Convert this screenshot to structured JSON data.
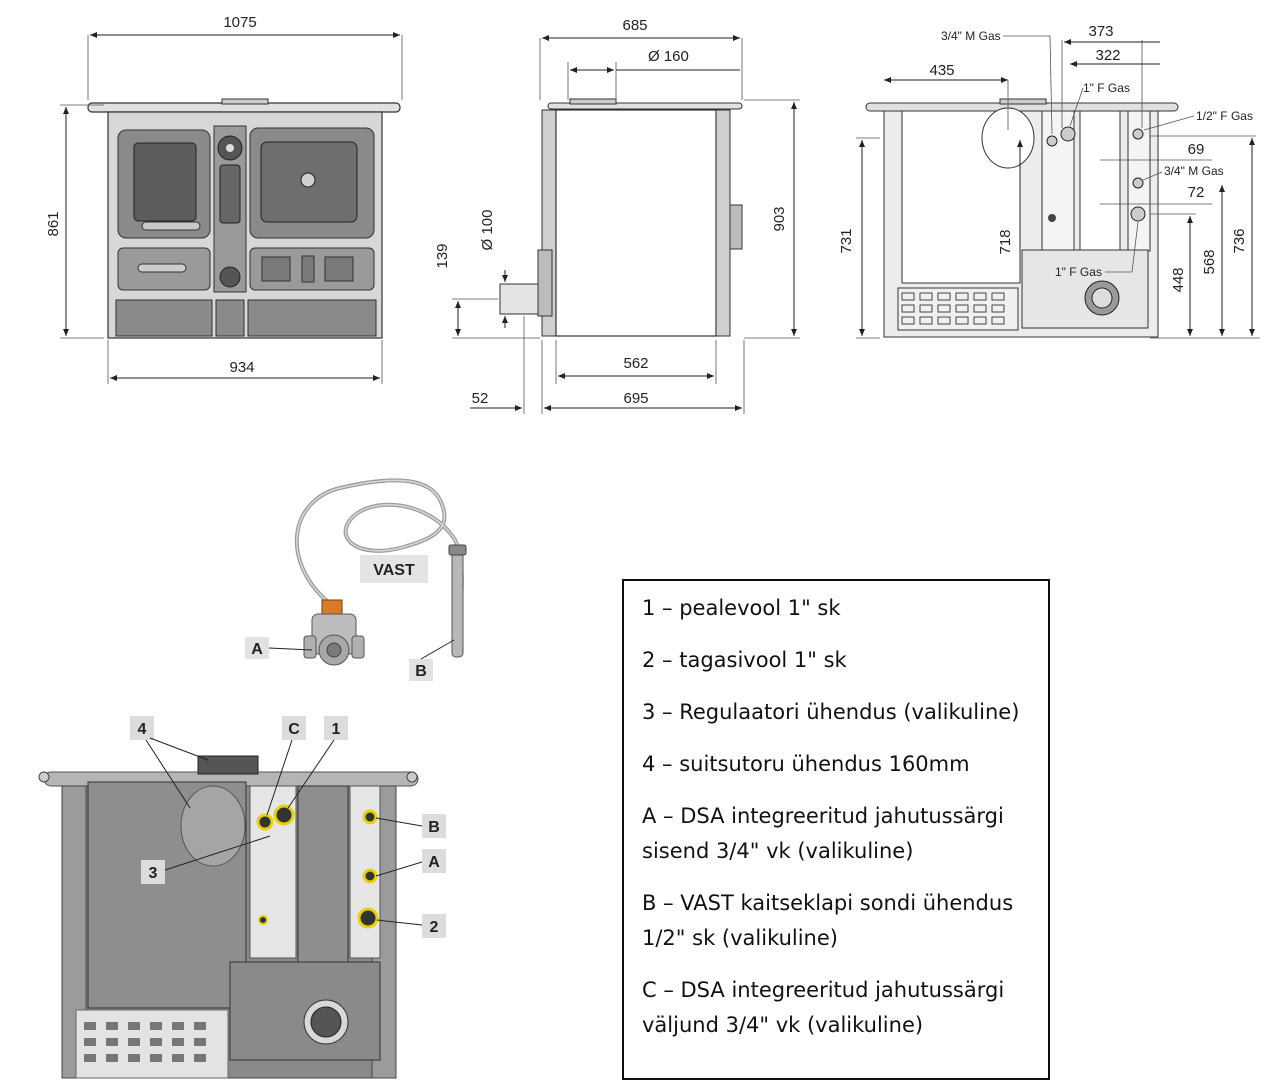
{
  "dimensions": {
    "front_width_top": "1075",
    "front_width_bottom": "934",
    "front_height": "861",
    "side_depth_top": "685",
    "flue_diameter": "Ø 160",
    "side_height": "903",
    "side_depth_base": "562",
    "side_depth_total": "695",
    "side_offset": "52",
    "air_inlet_height": "139",
    "air_inlet_diameter": "Ø 100",
    "rear_373": "373",
    "rear_322": "322",
    "rear_435": "435",
    "rear_731": "731",
    "rear_718": "718",
    "rear_69": "69",
    "rear_72": "72",
    "rear_448": "448",
    "rear_568": "568",
    "rear_736": "736"
  },
  "connection_labels": {
    "m_gas_top": "3/4\" M Gas",
    "f_gas_1": "1\" F Gas",
    "f_gas_half": "1/2\" F Gas",
    "m_gas_mid": "3/4\" M Gas",
    "f_gas_bottom": "1\" F Gas"
  },
  "valve": {
    "title": "VAST",
    "label_a": "A",
    "label_b": "B"
  },
  "rear_callouts": {
    "c4": "4",
    "cC": "C",
    "c1": "1",
    "c3": "3",
    "cB": "B",
    "cA": "A",
    "c2": "2"
  },
  "legend": [
    "1 – pealevool 1\" sk",
    "2 – tagasivool 1\" sk",
    "3 – Regulaatori ühendus (valikuline)",
    "4 – suitsutoru ühendus 160mm",
    "A – DSA integreeritud jahutussärgi sisend 3/4\" vk (valikuline)",
    "B – VAST kaitseklapi sondi ühendus 1/2\" sk (valikuline)",
    "C – DSA integreeritud jahutussärgi väljund 3/4\" vk (valikuline)"
  ],
  "colors": {
    "stove_gray": "#8c8c8c",
    "panel_light": "#e8e8e8",
    "connector_yellow": "#e8d300",
    "callout_box": "#dcdcdc"
  }
}
